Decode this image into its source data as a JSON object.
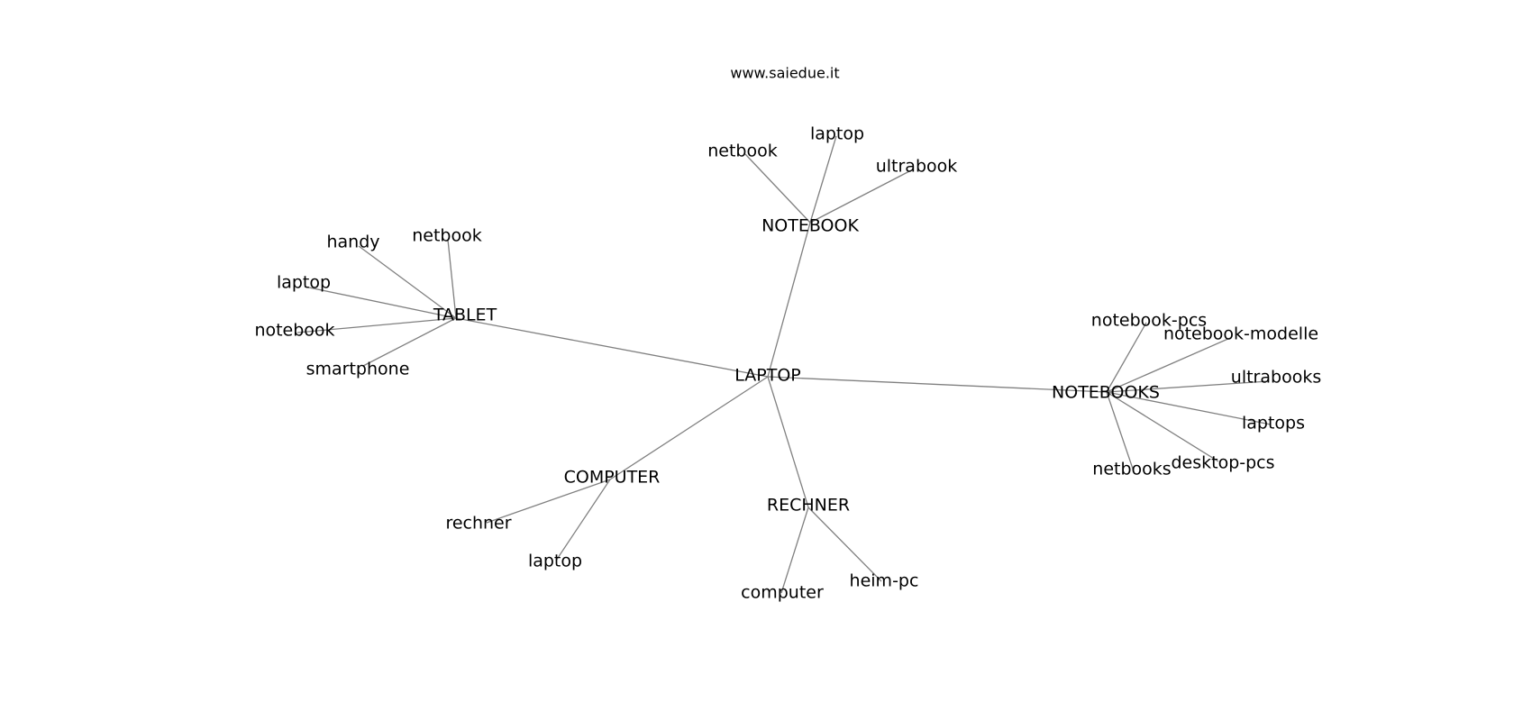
{
  "title": "www.saiedue.it",
  "colors": {
    "edge": "#808080",
    "text": "#000000",
    "background": "#ffffff"
  },
  "graph": {
    "root": "LAPTOP",
    "nodes": [
      {
        "id": "laptop_root",
        "label": "LAPTOP"
      },
      {
        "id": "notebook_hub",
        "label": "NOTEBOOK"
      },
      {
        "id": "tablet_hub",
        "label": "TABLET"
      },
      {
        "id": "notebooks_hub",
        "label": "NOTEBOOKS"
      },
      {
        "id": "computer_hub",
        "label": "COMPUTER"
      },
      {
        "id": "rechner_hub",
        "label": "RECHNER"
      },
      {
        "id": "nb_netbook",
        "label": "netbook"
      },
      {
        "id": "nb_laptop",
        "label": "laptop"
      },
      {
        "id": "nb_ultrabook",
        "label": "ultrabook"
      },
      {
        "id": "tb_handy",
        "label": "handy"
      },
      {
        "id": "tb_netbook",
        "label": "netbook"
      },
      {
        "id": "tb_laptop",
        "label": "laptop"
      },
      {
        "id": "tb_notebook",
        "label": "notebook"
      },
      {
        "id": "tb_smartphone",
        "label": "smartphone"
      },
      {
        "id": "nbs_notebook_pcs",
        "label": "notebook-pcs"
      },
      {
        "id": "nbs_notebook_modelle",
        "label": "notebook-modelle"
      },
      {
        "id": "nbs_ultrabooks",
        "label": "ultrabooks"
      },
      {
        "id": "nbs_laptops",
        "label": "laptops"
      },
      {
        "id": "nbs_desktop_pcs",
        "label": "desktop-pcs"
      },
      {
        "id": "nbs_netbooks",
        "label": "netbooks"
      },
      {
        "id": "cp_rechner",
        "label": "rechner"
      },
      {
        "id": "cp_laptop",
        "label": "laptop"
      },
      {
        "id": "re_computer",
        "label": "computer"
      },
      {
        "id": "re_heim_pc",
        "label": "heim-pc"
      }
    ],
    "edges": [
      [
        "laptop_root",
        "notebook_hub"
      ],
      [
        "laptop_root",
        "tablet_hub"
      ],
      [
        "laptop_root",
        "notebooks_hub"
      ],
      [
        "laptop_root",
        "computer_hub"
      ],
      [
        "laptop_root",
        "rechner_hub"
      ],
      [
        "notebook_hub",
        "nb_netbook"
      ],
      [
        "notebook_hub",
        "nb_laptop"
      ],
      [
        "notebook_hub",
        "nb_ultrabook"
      ],
      [
        "tablet_hub",
        "tb_handy"
      ],
      [
        "tablet_hub",
        "tb_netbook"
      ],
      [
        "tablet_hub",
        "tb_laptop"
      ],
      [
        "tablet_hub",
        "tb_notebook"
      ],
      [
        "tablet_hub",
        "tb_smartphone"
      ],
      [
        "notebooks_hub",
        "nbs_notebook_pcs"
      ],
      [
        "notebooks_hub",
        "nbs_notebook_modelle"
      ],
      [
        "notebooks_hub",
        "nbs_ultrabooks"
      ],
      [
        "notebooks_hub",
        "nbs_laptops"
      ],
      [
        "notebooks_hub",
        "nbs_desktop_pcs"
      ],
      [
        "notebooks_hub",
        "nbs_netbooks"
      ],
      [
        "computer_hub",
        "cp_rechner"
      ],
      [
        "computer_hub",
        "cp_laptop"
      ],
      [
        "rechner_hub",
        "re_computer"
      ],
      [
        "rechner_hub",
        "re_heim_pc"
      ]
    ]
  }
}
